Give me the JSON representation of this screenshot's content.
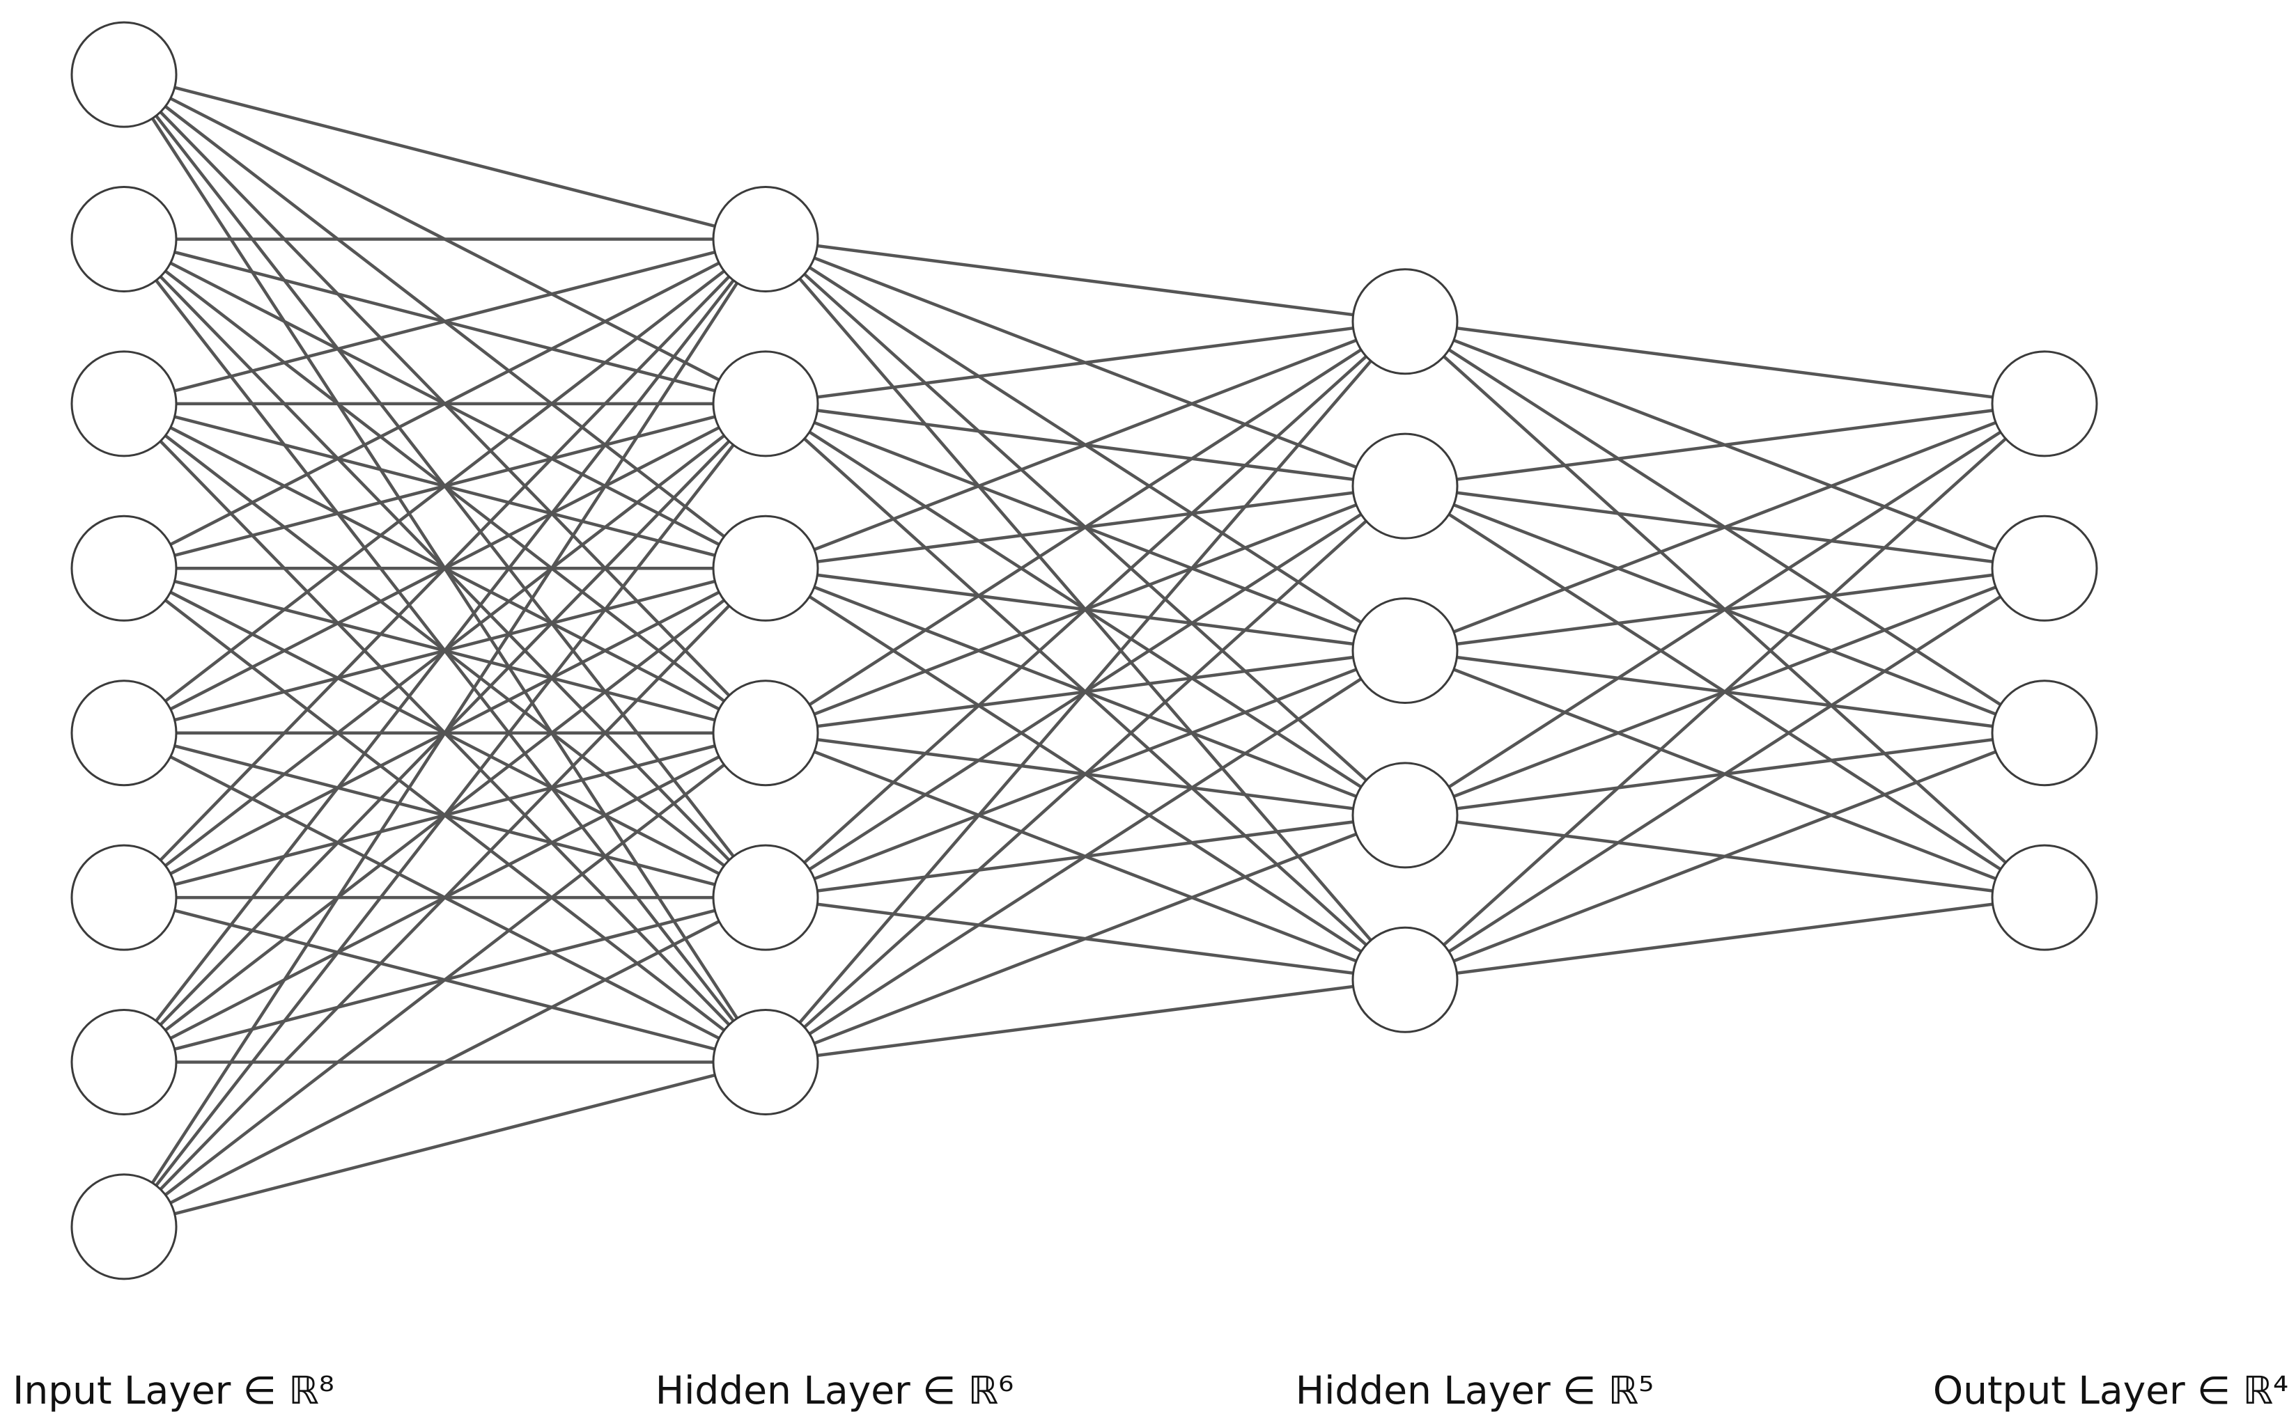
{
  "diagram": {
    "type": "fully-connected-neural-network",
    "layers": [
      {
        "id": "input-layer",
        "label": "Input Layer ∈ ℝ⁸",
        "units": 8
      },
      {
        "id": "hidden-layer-1",
        "label": "Hidden Layer ∈ ℝ⁶",
        "units": 6
      },
      {
        "id": "hidden-layer-2",
        "label": "Hidden Layer ∈ ℝ⁵",
        "units": 5
      },
      {
        "id": "output-layer",
        "label": "Output Layer ∈ ℝ⁴",
        "units": 4
      }
    ],
    "colors": {
      "background": "#ffffff",
      "edge": "#555555",
      "node_stroke": "#3b3b3b",
      "node_fill": "#ffffff",
      "label": "#111111"
    }
  }
}
